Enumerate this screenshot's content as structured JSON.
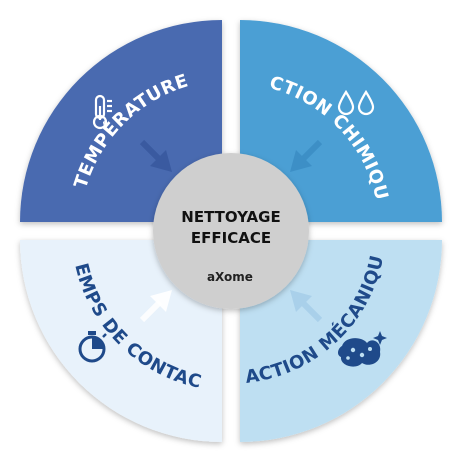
{
  "diagram": {
    "center": {
      "title_line1": "NETTOYAGE",
      "title_line2": "EFFICACE",
      "logo_left": "a",
      "logo_mark": "X",
      "logo_right": "ome"
    },
    "quadrants": [
      {
        "id": "temperature",
        "label": "TEMPÉRATURE",
        "color": "#4a6bb0",
        "text_color": "#ffffff",
        "icon": "thermometer-icon"
      },
      {
        "id": "chimique",
        "label": "ACTION CHIMIQUE",
        "color": "#4b9fd4",
        "text_color": "#ffffff",
        "icon": "droplets-icon"
      },
      {
        "id": "mecanique",
        "label": "ACTION MÉCANIQUE",
        "color": "#bedff2",
        "text_color": "#1f4a8a",
        "icon": "sponge-icon"
      },
      {
        "id": "temps",
        "label": "TEMPS DE CONTACT",
        "color": "#e8f2fb",
        "text_color": "#1f4a8a",
        "icon": "stopwatch-icon"
      }
    ],
    "colors": {
      "center_fill": "#cfcfcf",
      "logo_blue": "#2b5aa8"
    }
  }
}
